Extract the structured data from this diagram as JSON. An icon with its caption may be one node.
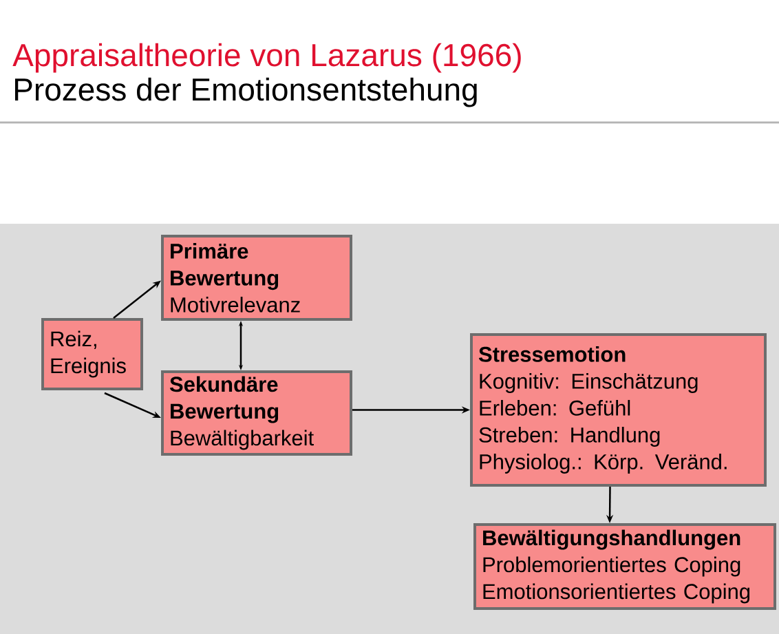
{
  "diagram": {
    "title": "Appraisaltheorie von Lazarus (1966)",
    "labels": [
      "Prozess der Emotionsentstehung"
    ],
    "nodes": [
      {
        "text": [
          "Reiz, Ereignis"
        ]
      },
      {
        "text": [
          "Primäre Bewertung",
          "Motivrelevanz"
        ]
      },
      {
        "text": [
          "Sekundäre Bewertung",
          "Bewältigbarkeit"
        ]
      },
      {
        "text": [
          "Stressemotion",
          "Kognitiv: Einschätzung",
          "Erleben: Gefühl",
          "Streben: Handlung",
          "Physiolog.: Körp. Veränd."
        ]
      },
      {
        "text": [
          "Bewältigungshandlungen",
          "Problemorientiertes Coping",
          "Emotionsorientiertes Coping"
        ]
      }
    ],
    "edges": [
      {
        "from": 0,
        "to": 1,
        "arrow": "to"
      },
      {
        "from": 0,
        "to": 2,
        "arrow": "to"
      },
      {
        "from": 1,
        "to": 2,
        "arrow": "both"
      },
      {
        "from": 2,
        "to": 3,
        "arrow": "to"
      },
      {
        "from": 3,
        "to": 4,
        "arrow": "to"
      }
    ]
  }
}
